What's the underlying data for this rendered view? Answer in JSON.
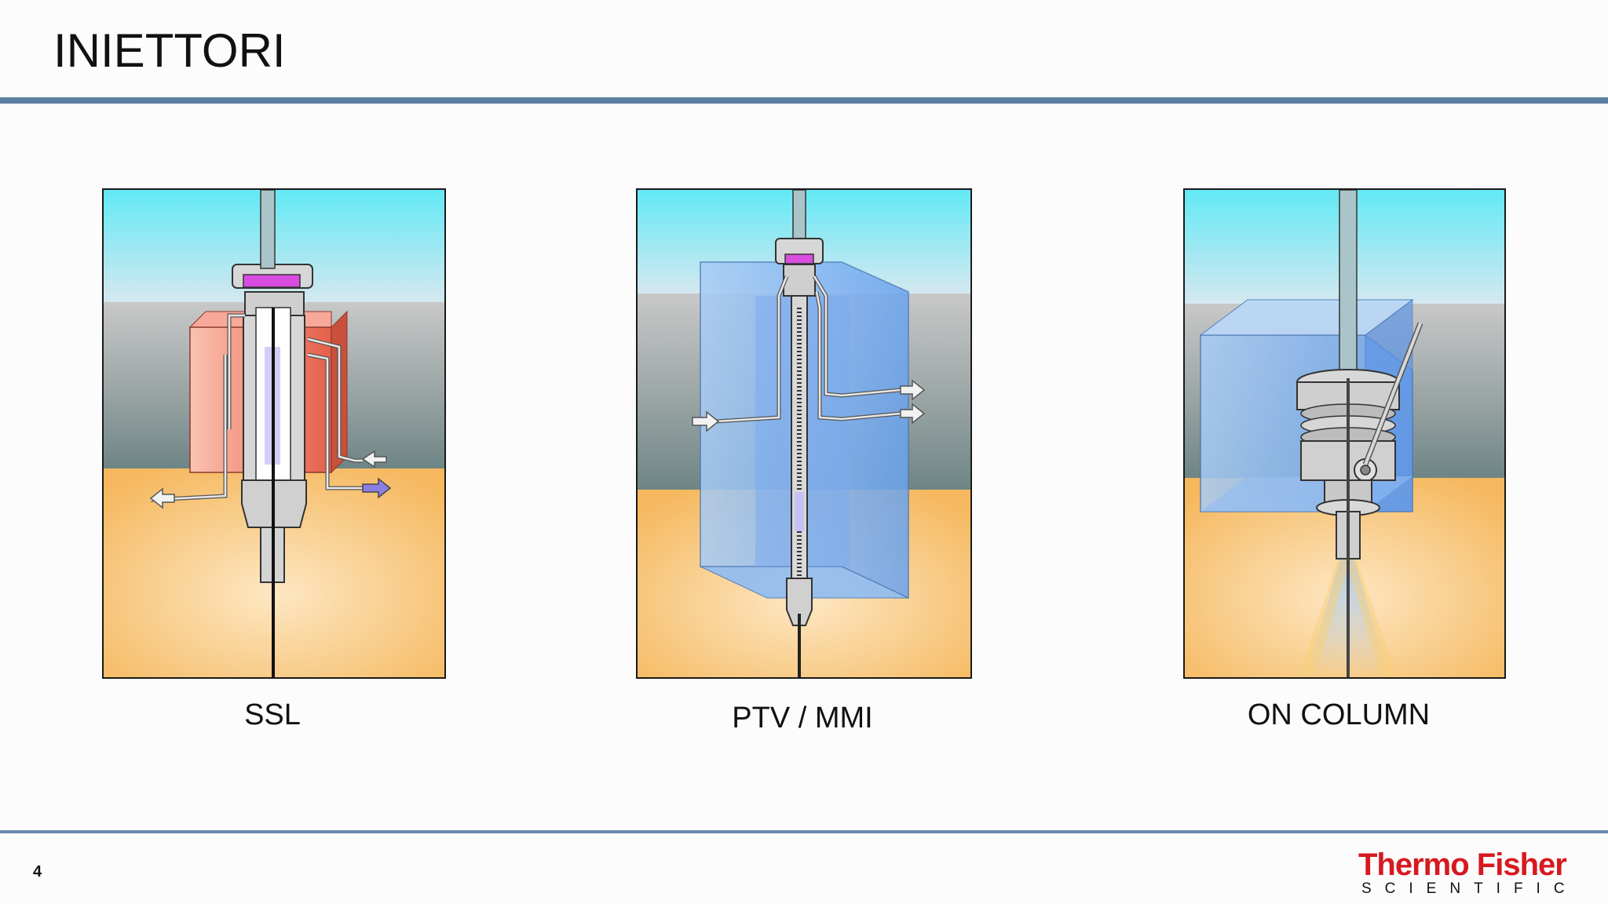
{
  "slide": {
    "title": "INIETTORI",
    "page_number": "4"
  },
  "injectors": [
    {
      "caption": "SSL"
    },
    {
      "caption": "PTV / MMI"
    },
    {
      "caption": "ON COLUMN"
    }
  ],
  "logo": {
    "name": "Thermo Fisher",
    "tagline": "SCIENTIFIC"
  },
  "colors": {
    "accent_rule": "#5b7ea3",
    "logo_red": "#d71920",
    "heater_red": "#f08a78",
    "oven_blue": "#7fb2f0"
  }
}
